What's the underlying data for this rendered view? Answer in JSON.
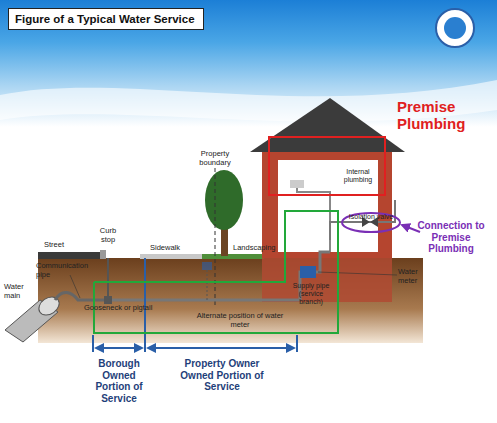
{
  "diagram": {
    "title": "Figure of a Typical Water Service",
    "nodes": [
      {
        "text": [
          "Premise Plumbing",
          "Internal plumbing"
        ]
      },
      {
        "text": [
          "Isolation valve"
        ]
      },
      {
        "text": [
          "Supply pipe (service branch)"
        ]
      }
    ],
    "labels": [
      "Property boundary",
      "Street",
      "Curb stop",
      "Sidewalk",
      "Landscaping",
      "Communication pipe",
      "Water main",
      "Gooseneck or pigtail",
      "Alternate position of water meter",
      "Water meter",
      "Connection to Premise Plumbing",
      "Borough Owned Portion of Service",
      "Property Owner Owned Portion of Service"
    ]
  }
}
